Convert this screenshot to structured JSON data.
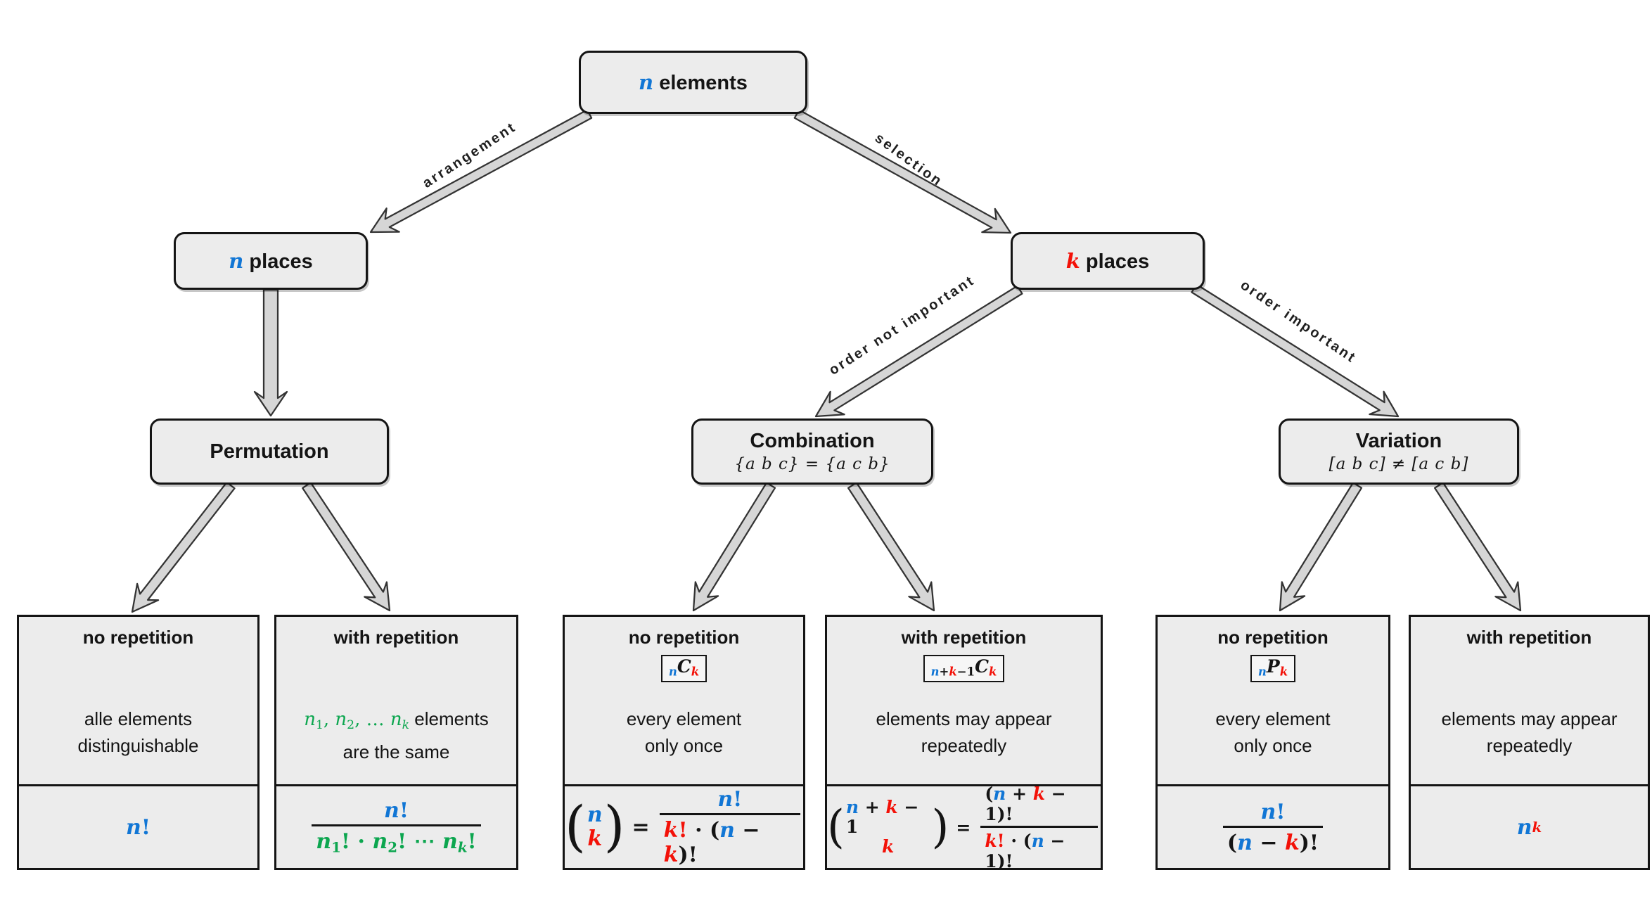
{
  "palette": {
    "blue": "#1176d5",
    "red": "#f31108",
    "green": "#0ca64f",
    "box_fill": "#ececec",
    "arrow_fill": "#d6d6d6",
    "arrow_stroke": "#333333"
  },
  "root": {
    "segs": [
      {
        "t": "n",
        "c": "blue",
        "i": 1,
        "m": 1
      },
      {
        "t": " elements"
      }
    ]
  },
  "mid_left": {
    "segs": [
      {
        "t": "n",
        "c": "blue",
        "i": 1,
        "m": 1
      },
      {
        "t": " places"
      }
    ]
  },
  "mid_right": {
    "segs": [
      {
        "t": "k",
        "c": "red",
        "i": 1,
        "m": 1
      },
      {
        "t": " places"
      }
    ]
  },
  "branch": {
    "permutation": {
      "title": "Permutation"
    },
    "combination": {
      "title": "Combination",
      "subtitle": "{a b c} = {a c b}"
    },
    "variation": {
      "title": "Variation",
      "subtitle": "[a b c] ≠ [a c b]"
    }
  },
  "edge_labels": {
    "arrangement": "arrangement",
    "selection": "selection",
    "order_not_important": "order not important",
    "order_important": "order important"
  },
  "leaves": [
    {
      "title": "no repetition",
      "notation": null,
      "desc": [
        [
          {
            "t": "alle elements"
          }
        ],
        [
          {
            "t": "distinguishable"
          }
        ]
      ],
      "formula": {
        "kind": "segs",
        "segs": [
          {
            "t": "n",
            "c": "blue",
            "i": 1
          },
          {
            "t": "!",
            "c": "blue"
          }
        ]
      }
    },
    {
      "title": "with repetition",
      "notation": null,
      "desc": [
        [
          {
            "t": "n",
            "c": "green",
            "i": 1,
            "m": 1
          },
          {
            "t": "1",
            "c": "green",
            "m": 1,
            "s": "sub"
          },
          {
            "t": ", ",
            "c": "green",
            "m": 1
          },
          {
            "t": "n",
            "c": "green",
            "i": 1,
            "m": 1
          },
          {
            "t": "2",
            "c": "green",
            "m": 1,
            "s": "sub"
          },
          {
            "t": ", … ",
            "c": "green",
            "m": 1
          },
          {
            "t": "n",
            "c": "green",
            "i": 1,
            "m": 1
          },
          {
            "t": "k",
            "c": "green",
            "i": 1,
            "m": 1,
            "s": "sub"
          },
          {
            "t": " elements"
          }
        ],
        [
          {
            "t": "are the same"
          }
        ]
      ],
      "formula": {
        "kind": "frac",
        "num": [
          {
            "t": "n",
            "c": "blue",
            "i": 1
          },
          {
            "t": "!",
            "c": "blue"
          }
        ],
        "den": [
          {
            "t": "n",
            "c": "green",
            "i": 1
          },
          {
            "t": "1",
            "c": "green",
            "s": "sub"
          },
          {
            "t": "! · ",
            "c": "green"
          },
          {
            "t": "n",
            "c": "green",
            "i": 1
          },
          {
            "t": "2",
            "c": "green",
            "s": "sub"
          },
          {
            "t": "! ⋯ ",
            "c": "green"
          },
          {
            "t": "n",
            "c": "green",
            "i": 1
          },
          {
            "t": "k",
            "c": "green",
            "i": 1,
            "s": "sub"
          },
          {
            "t": "!",
            "c": "green"
          }
        ]
      }
    },
    {
      "title": "no repetition",
      "notation": [
        {
          "t": "n",
          "c": "blue",
          "i": 1,
          "s": "sub"
        },
        {
          "t": "C",
          "i": 1
        },
        {
          "t": "k",
          "c": "red",
          "i": 1,
          "s": "sub"
        }
      ],
      "desc": [
        [
          {
            "t": "every element"
          }
        ],
        [
          {
            "t": "only once"
          }
        ]
      ],
      "formula": {
        "kind": "binom",
        "top": [
          {
            "t": "n",
            "c": "blue",
            "i": 1
          }
        ],
        "bot": [
          {
            "t": "k",
            "c": "red",
            "i": 1
          }
        ],
        "num": [
          {
            "t": "n",
            "c": "blue",
            "i": 1
          },
          {
            "t": "!",
            "c": "blue"
          }
        ],
        "den": [
          {
            "t": "k",
            "c": "red",
            "i": 1
          },
          {
            "t": "!",
            "c": "red"
          },
          {
            "t": " · ("
          },
          {
            "t": "n",
            "c": "blue",
            "i": 1
          },
          {
            "t": " − "
          },
          {
            "t": "k",
            "c": "red",
            "i": 1
          },
          {
            "t": ")!"
          }
        ]
      }
    },
    {
      "title": "with repetition",
      "notation": [
        {
          "t": "n",
          "c": "blue",
          "i": 1,
          "s": "sub"
        },
        {
          "t": "+",
          "s": "sub"
        },
        {
          "t": "k",
          "c": "red",
          "i": 1,
          "s": "sub"
        },
        {
          "t": "−1",
          "s": "sub"
        },
        {
          "t": "C",
          "i": 1
        },
        {
          "t": "k",
          "c": "red",
          "i": 1,
          "s": "sub"
        }
      ],
      "desc": [
        [
          {
            "t": "elements may appear"
          }
        ],
        [
          {
            "t": "repeatedly"
          }
        ]
      ],
      "formula": {
        "kind": "binom",
        "top": [
          {
            "t": "n",
            "c": "blue",
            "i": 1
          },
          {
            "t": " + "
          },
          {
            "t": "k",
            "c": "red",
            "i": 1
          },
          {
            "t": " − 1"
          }
        ],
        "bot": [
          {
            "t": "k",
            "c": "red",
            "i": 1
          }
        ],
        "num": [
          {
            "t": "("
          },
          {
            "t": "n",
            "c": "blue",
            "i": 1
          },
          {
            "t": " + "
          },
          {
            "t": "k",
            "c": "red",
            "i": 1
          },
          {
            "t": " − 1)!"
          }
        ],
        "den": [
          {
            "t": "k",
            "c": "red",
            "i": 1
          },
          {
            "t": "!",
            "c": "red"
          },
          {
            "t": " · ("
          },
          {
            "t": "n",
            "c": "blue",
            "i": 1
          },
          {
            "t": " − 1)!"
          }
        ]
      }
    },
    {
      "title": "no repetition",
      "notation": [
        {
          "t": "n",
          "c": "blue",
          "i": 1,
          "s": "sub"
        },
        {
          "t": "P",
          "i": 1
        },
        {
          "t": "k",
          "c": "red",
          "i": 1,
          "s": "sub"
        }
      ],
      "desc": [
        [
          {
            "t": "every element"
          }
        ],
        [
          {
            "t": "only once"
          }
        ]
      ],
      "formula": {
        "kind": "frac",
        "num": [
          {
            "t": "n",
            "c": "blue",
            "i": 1
          },
          {
            "t": "!",
            "c": "blue"
          }
        ],
        "den": [
          {
            "t": "("
          },
          {
            "t": "n",
            "c": "blue",
            "i": 1
          },
          {
            "t": " − "
          },
          {
            "t": "k",
            "c": "red",
            "i": 1
          },
          {
            "t": ")!"
          }
        ]
      }
    },
    {
      "title": "with repetition",
      "notation": null,
      "desc": [
        [
          {
            "t": "elements may appear"
          }
        ],
        [
          {
            "t": "repeatedly"
          }
        ]
      ],
      "formula": {
        "kind": "segs",
        "segs": [
          {
            "t": "n",
            "c": "blue",
            "i": 1
          },
          {
            "t": "k",
            "c": "red",
            "i": 1,
            "s": "sup"
          }
        ]
      }
    }
  ]
}
